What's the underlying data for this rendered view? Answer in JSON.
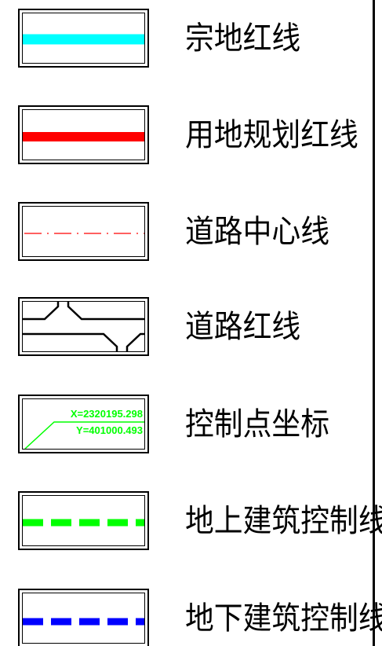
{
  "legend": {
    "items": [
      {
        "label": "宗地红线",
        "style": "solid",
        "color": "#00ffff"
      },
      {
        "label": "用地规划红线",
        "style": "solid",
        "color": "#ff0000"
      },
      {
        "label": "道路中心线",
        "style": "dash-dot",
        "color": "#ff0000"
      },
      {
        "label": "道路红线",
        "style": "road-outline",
        "color": "#000000"
      },
      {
        "label": "控制点坐标",
        "style": "coordinate-leader",
        "color": "#00ff00",
        "x_text": "X=2320195.298",
        "y_text": "Y=401000.493"
      },
      {
        "label": "地上建筑控制线",
        "style": "dashed",
        "color": "#00ff00"
      },
      {
        "label": "地下建筑控制线",
        "style": "dashed",
        "color": "#0000ff"
      }
    ]
  }
}
